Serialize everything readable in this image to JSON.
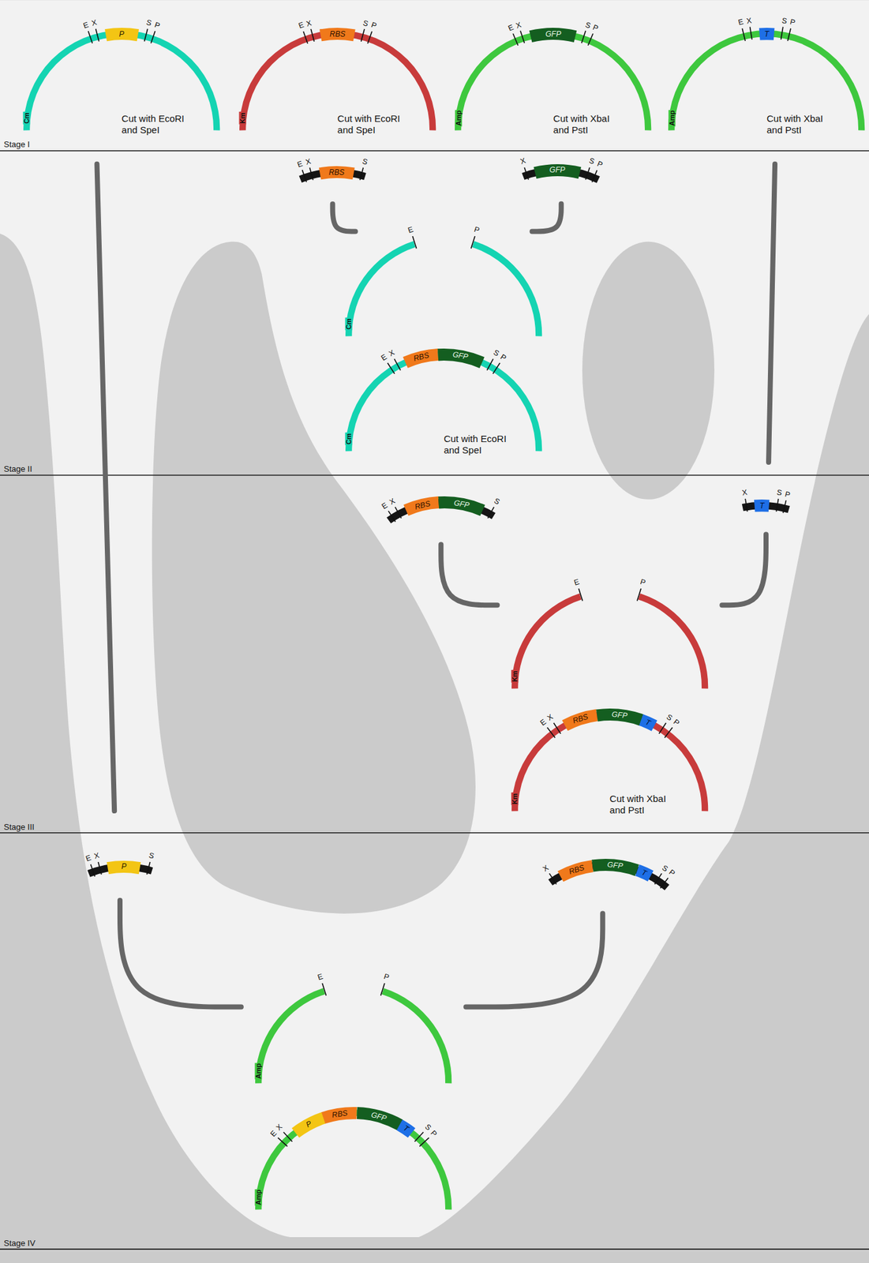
{
  "diagram": {
    "nodes": [
      {
        "text": [
          "Cm"
        ]
      },
      {
        "text": [
          "P"
        ],
        "in": 0
      },
      {
        "text": [
          "Km"
        ]
      },
      {
        "text": [
          "RBS"
        ],
        "in": 2
      },
      {
        "text": [
          "Amp"
        ]
      },
      {
        "text": [
          "GFP"
        ],
        "in": 4
      },
      {
        "text": [
          "Amp"
        ]
      },
      {
        "text": [
          "T"
        ],
        "in": 6
      },
      {
        "text": []
      },
      {
        "text": [
          "RBS"
        ],
        "in": 8
      },
      {
        "text": []
      },
      {
        "text": [
          "GFP"
        ],
        "in": 10
      },
      {
        "text": [
          "Cm"
        ]
      },
      {
        "text": [
          "Cm"
        ]
      },
      {
        "text": [
          "RBS"
        ],
        "in": 13
      },
      {
        "text": [
          "GFP"
        ],
        "in": 13
      },
      {
        "text": []
      },
      {
        "text": [
          "RBS"
        ],
        "in": 16
      },
      {
        "text": [
          "GFP"
        ],
        "in": 16
      },
      {
        "text": []
      },
      {
        "text": [
          "T"
        ],
        "in": 19
      },
      {
        "text": [
          "Km"
        ]
      },
      {
        "text": [
          "Km"
        ]
      },
      {
        "text": [
          "RBS"
        ],
        "in": 22
      },
      {
        "text": [
          "GFP"
        ],
        "in": 22
      },
      {
        "text": [
          "T"
        ],
        "in": 22
      },
      {
        "text": []
      },
      {
        "text": [
          "P"
        ],
        "in": 26
      },
      {
        "text": []
      },
      {
        "text": [
          "RBS"
        ],
        "in": 28
      },
      {
        "text": [
          "GFP"
        ],
        "in": 28
      },
      {
        "text": [
          "T"
        ],
        "in": 28
      },
      {
        "text": [
          "Amp"
        ]
      },
      {
        "text": [
          "Amp"
        ]
      },
      {
        "text": [
          "P"
        ],
        "in": 33
      },
      {
        "text": [
          "RBS"
        ],
        "in": 33
      },
      {
        "text": [
          "GFP"
        ],
        "in": 33
      },
      {
        "text": [
          "T"
        ],
        "in": 33
      }
    ],
    "edges": [
      {
        "from": 0,
        "to": 26,
        "arrow": "none"
      },
      {
        "from": 6,
        "to": 19,
        "arrow": "none"
      },
      {
        "from": 8,
        "to": 12,
        "arrow": "none"
      },
      {
        "from": 10,
        "to": 12,
        "arrow": "none"
      },
      {
        "from": 16,
        "to": 21,
        "arrow": "none"
      },
      {
        "from": 19,
        "to": 21,
        "arrow": "none"
      },
      {
        "from": 26,
        "to": 32,
        "arrow": "none"
      },
      {
        "from": 28,
        "to": 32,
        "arrow": "none"
      }
    ],
    "labels": [
      "E",
      "X",
      "S",
      "P",
      "Cut with EcoRI and SpeI",
      "E",
      "X",
      "S",
      "P",
      "Cut with EcoRI and SpeI",
      "E",
      "X",
      "S",
      "P",
      "Cut with XbaI and PstI",
      "E",
      "X",
      "S",
      "P",
      "Cut with XbaI and PstI",
      "E",
      "X",
      "S",
      "X",
      "S",
      "P",
      "E",
      "P",
      "E",
      "X",
      "S",
      "P",
      "Cut with EcoRI and SpeI",
      "E",
      "X",
      "S",
      "X",
      "S",
      "P",
      "E",
      "P",
      "E",
      "X",
      "S",
      "P",
      "Cut with XbaI and PstI",
      "E",
      "X",
      "S",
      "X",
      "S",
      "P",
      "E",
      "P",
      "E",
      "X",
      "S",
      "P",
      "Stage I",
      "Stage II",
      "Stage III",
      "Stage IV"
    ]
  }
}
